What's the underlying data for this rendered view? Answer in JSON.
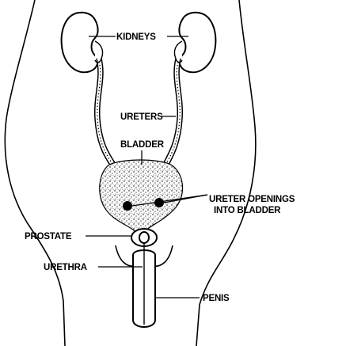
{
  "labels": {
    "kidneys": "KIDNEYS",
    "ureters": "URETERS",
    "bladder": "BLADDER",
    "ureter_openings_line1": "URETER OPENINGS",
    "ureter_openings_line2": "INTO BLADDER",
    "prostate": "PROSTATE",
    "urethra": "URETHRA",
    "penis": "PENIS"
  },
  "colors": {
    "ink": "#000000",
    "background": "#ffffff"
  }
}
